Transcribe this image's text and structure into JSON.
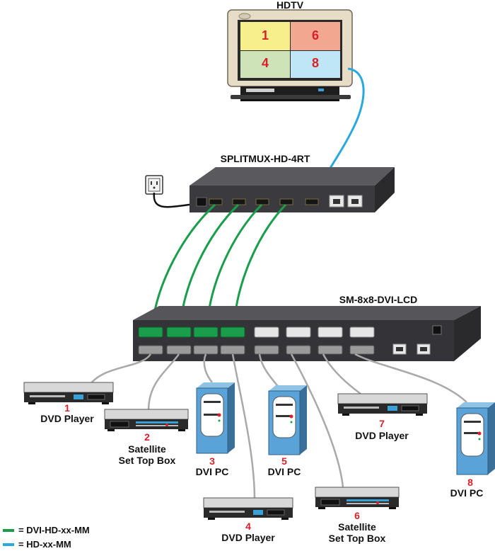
{
  "hdtv": {
    "title": "HDTV",
    "quadrants": [
      {
        "label": "1",
        "color": "#f6ef8c"
      },
      {
        "label": "6",
        "color": "#f2a890"
      },
      {
        "label": "4",
        "color": "#cfe3b8"
      },
      {
        "label": "8",
        "color": "#bfe6f7"
      }
    ]
  },
  "splitter": {
    "title": "SPLITMUX-HD-4RT"
  },
  "switch": {
    "title": "SM-8x8-DVI-LCD"
  },
  "sources": [
    {
      "num": "1",
      "name": "DVD Player"
    },
    {
      "num": "2",
      "name_line1": "Satellite",
      "name_line2": "Set Top Box"
    },
    {
      "num": "3",
      "name": "DVI PC"
    },
    {
      "num": "4",
      "name": "DVD Player"
    },
    {
      "num": "5",
      "name": "DVI PC"
    },
    {
      "num": "6",
      "name_line1": "Satellite",
      "name_line2": "Set Top Box"
    },
    {
      "num": "7",
      "name": "DVD Player"
    },
    {
      "num": "8",
      "name": "DVI PC"
    }
  ],
  "legend": [
    {
      "text": "= DVI-HD-xx-MM",
      "color": "#1a9e4b"
    },
    {
      "text": "= HD-xx-MM",
      "color": "#29a8e0"
    }
  ],
  "colors": {
    "accent": "#d9202a",
    "green_cable": "#1a9e4b",
    "blue_cable": "#29a8e0",
    "gray_cable": "#a9a9a9"
  }
}
